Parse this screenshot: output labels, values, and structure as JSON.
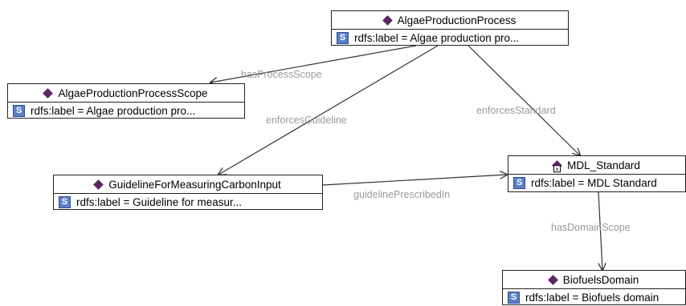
{
  "nodes": {
    "algae_process": {
      "title": "AlgaeProductionProcess",
      "prop": "rdfs:label = Algae production pro..."
    },
    "algae_scope": {
      "title": "AlgaeProductionProcessScope",
      "prop": "rdfs:label = Algae production pro..."
    },
    "guideline": {
      "title": "GuidelineForMeasuringCarbonInput",
      "prop": "rdfs:label = Guideline for measur..."
    },
    "mdl_standard": {
      "title": "MDL_Standard",
      "prop": "rdfs:label = MDL Standard"
    },
    "biofuels": {
      "title": "BiofuelsDomain",
      "prop": "rdfs:label = Biofuels domain"
    }
  },
  "prop_icon": "S",
  "edges": {
    "has_process_scope": "hasProcessScope",
    "enforces_guideline": "enforcesGuideline",
    "enforces_standard": "enforcesStandard",
    "guideline_prescribed_in": "guidelinePrescribedIn",
    "has_domain_scope": "hasDomainScope"
  },
  "colors": {
    "class_icon": "#5c2563",
    "property_icon": "#5b7fc7",
    "edge": "#333333",
    "edge_label": "#9a9a9a"
  }
}
